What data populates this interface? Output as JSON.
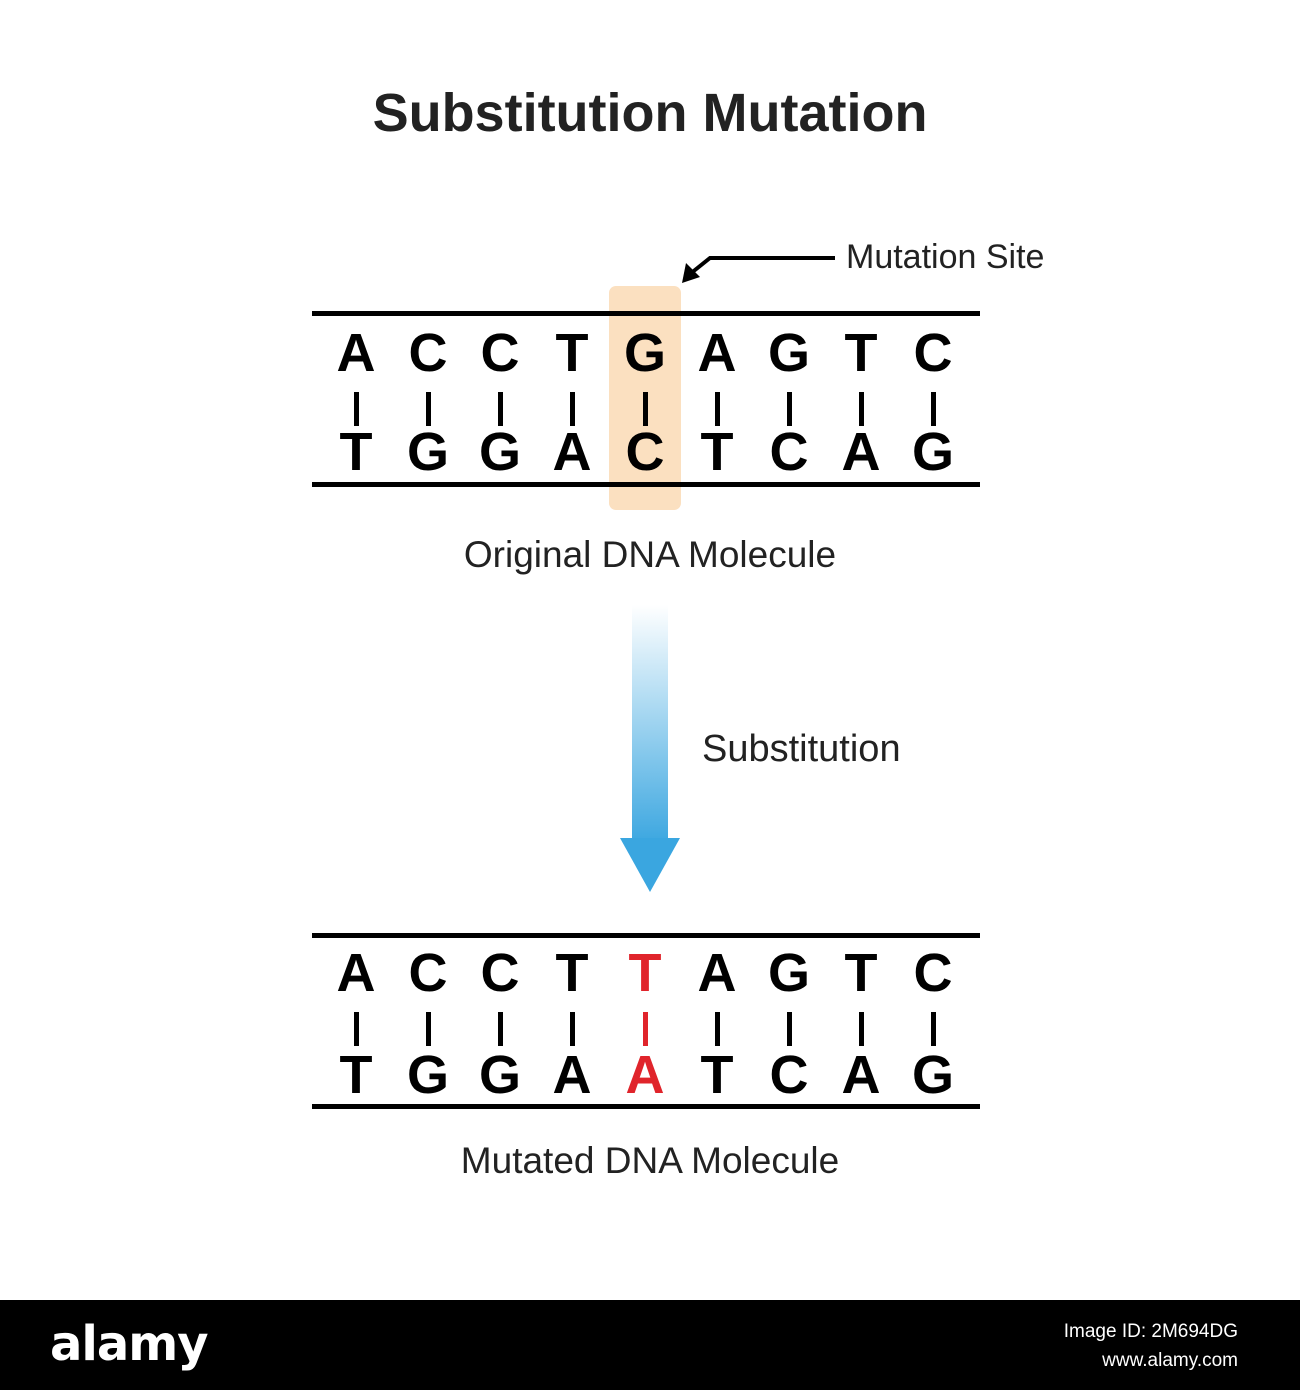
{
  "title": "Substitution Mutation",
  "mutation_site_label": "Mutation Site",
  "original": {
    "top_strand": [
      "A",
      "C",
      "C",
      "T",
      "G",
      "A",
      "G",
      "T",
      "C"
    ],
    "bottom_strand": [
      "T",
      "G",
      "G",
      "A",
      "C",
      "T",
      "C",
      "A",
      "G"
    ],
    "caption": "Original DNA Molecule",
    "highlight_index": 4
  },
  "process_label": "Substitution",
  "mutated": {
    "top_strand": [
      "A",
      "C",
      "C",
      "T",
      "T",
      "A",
      "G",
      "T",
      "C"
    ],
    "bottom_strand": [
      "T",
      "G",
      "G",
      "A",
      "A",
      "T",
      "C",
      "A",
      "G"
    ],
    "caption": "Mutated DNA Molecule",
    "mutated_index": 4
  },
  "colors": {
    "highlight": "#fbe0c0",
    "mutation": "#e0242b",
    "arrow_top": "#ffffff",
    "arrow_bottom": "#3aa6e0"
  },
  "footer": {
    "logo": "alamy",
    "image_id": "Image ID: 2M694DG",
    "url": "www.alamy.com"
  }
}
